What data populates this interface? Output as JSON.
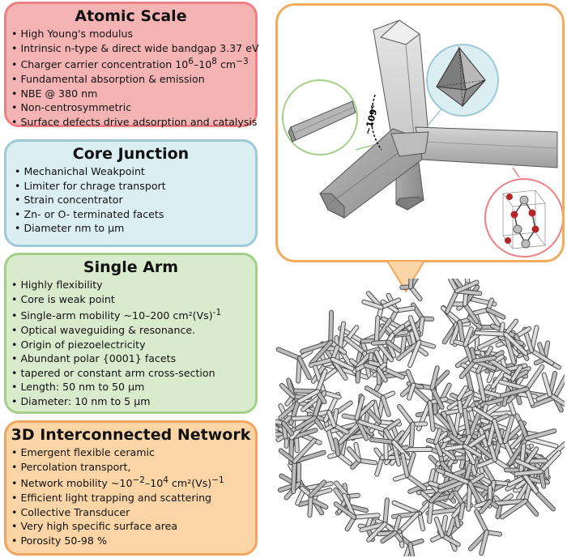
{
  "atomic_scale": {
    "title": "Atomic Scale",
    "items": [
      "High Young's modulus",
      "Intrinsic n-type & direct wide bandgap 3.37 eV",
      "Fundamental absorption & emission",
      "NBE @ 380 nm",
      "Non-centrosymmetric",
      "Surface defects drive adsorption and catalysis"
    ],
    "carrier": {
      "prefix": "Charger carrier concentration 10",
      "exp1": "6",
      "mid": "–10",
      "exp2": "8",
      "unit": " cm",
      "exp3": "−3"
    }
  },
  "core_junction": {
    "title": "Core Junction",
    "items": [
      "Mechanichal Weakpoint",
      "Limiter for chrage transport",
      "Strain concentrator",
      "Zn- or O- terminated facets",
      "Diameter nm to µm"
    ]
  },
  "single_arm": {
    "title": "Single Arm",
    "items": [
      "Highly flexibility",
      "Core is weak point",
      "Single-arm mobility ~10–200 cm²(Vs)",
      "Optical waveguiding & resonance.",
      "Origin of piezoelectricity",
      "Abundant polar {0001} facets",
      "tapered or constant arm cross-section",
      "Length: 50 nm to 50 µm",
      "Diameter: 10 nm to 5 µm"
    ],
    "mobility_exp": "-1"
  },
  "network": {
    "title": "3D Interconnected Network",
    "items": [
      "Emergent flexible ceramic",
      "Percolation transport,",
      "Efficient light trapping and scattering",
      "Collective Transducer",
      "Very high specific surface area",
      "Porosity 50-98 %"
    ],
    "mobility": {
      "prefix": "Network mobility ~10",
      "exp1": "−2",
      "mid": "–10",
      "exp2": "4",
      "unit": " cm²(Vs)",
      "exp3": "−1"
    }
  },
  "model": {
    "angle_label": "~109°"
  },
  "colors": {
    "atomic_fill": "#f5b4b4",
    "atomic_border": "#ee7f83",
    "core_fill": "#dbeef2",
    "core_border": "#9ec9d6",
    "arm_fill": "#d8ebcd",
    "arm_border": "#a3cf8a",
    "network_fill": "#fbd5a6",
    "network_border": "#f3a55f",
    "rod_gray": "#c4c4c4",
    "oxygen_atom": "#b5262a",
    "zinc_atom": "#bdbdbd"
  }
}
